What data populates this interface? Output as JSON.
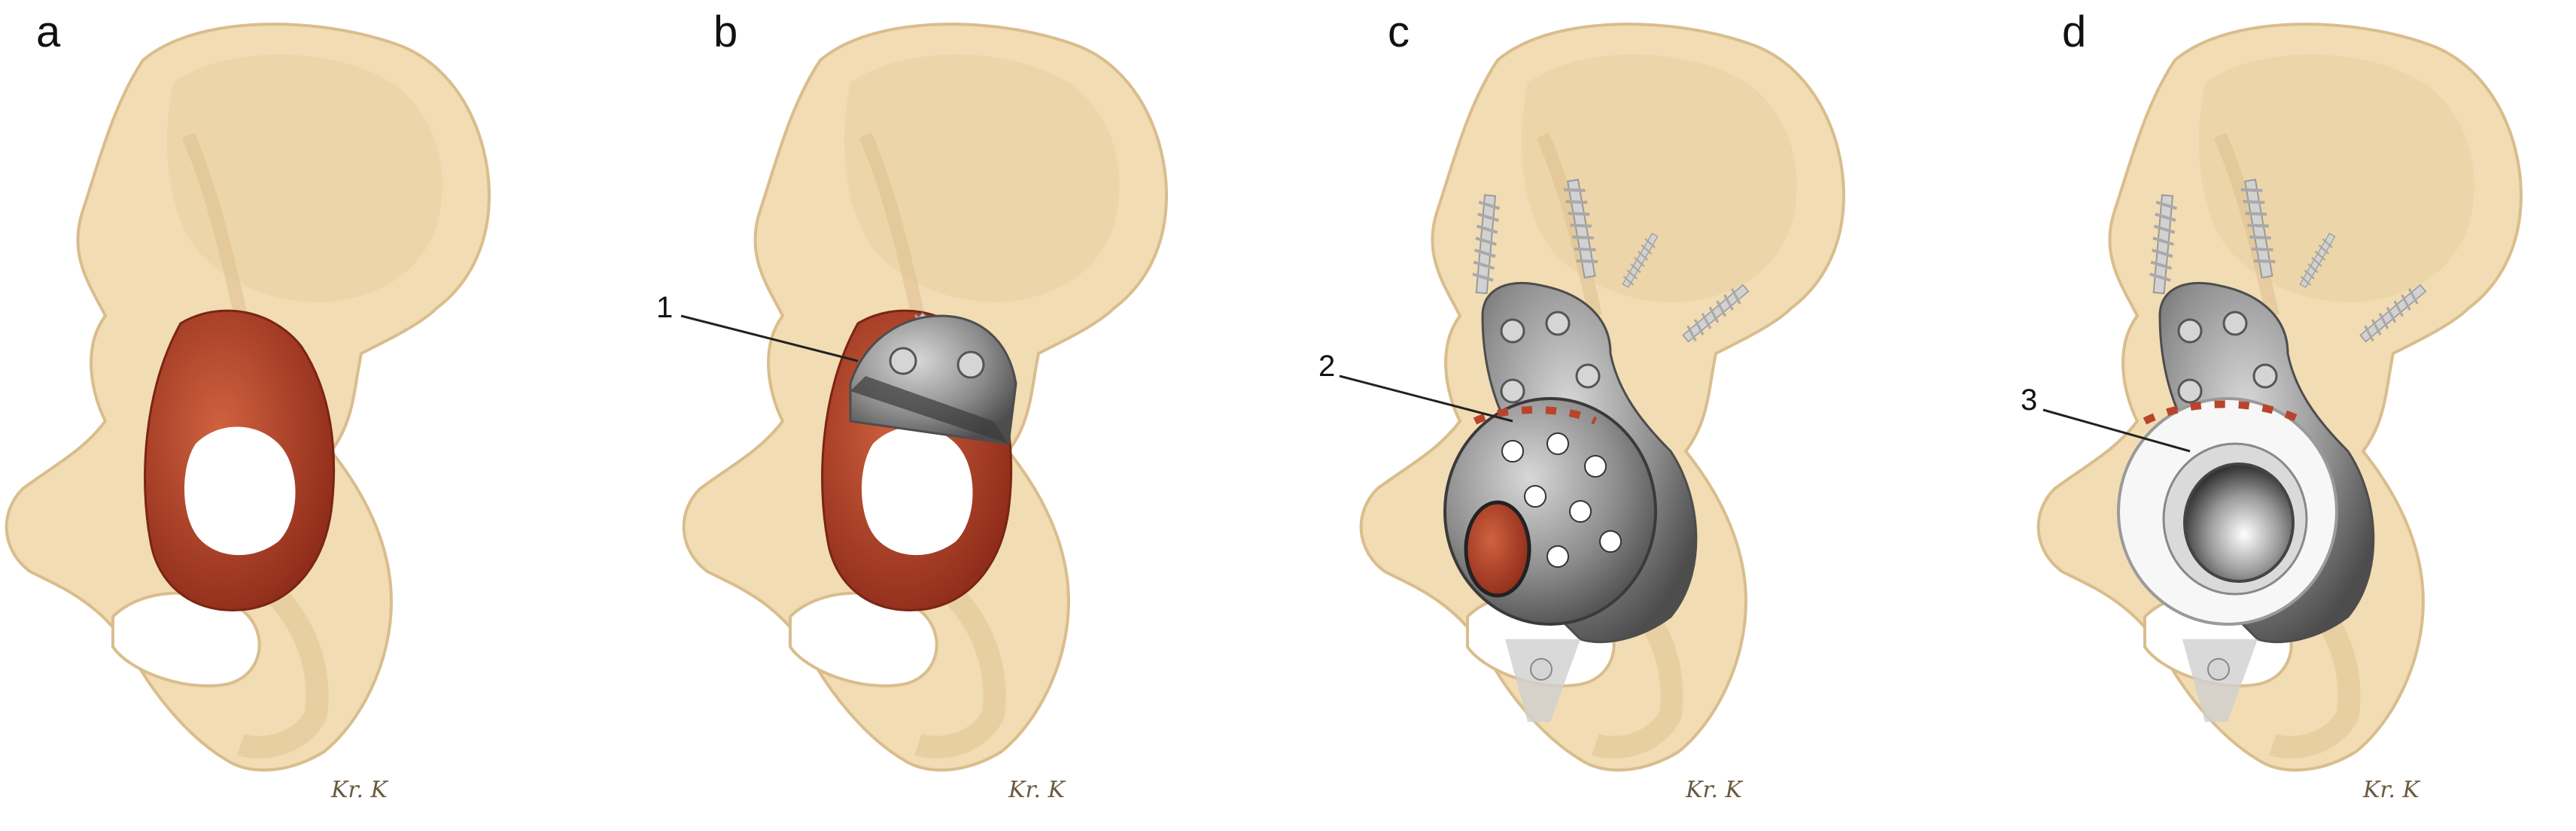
{
  "figure": {
    "panels": [
      {
        "label": "a",
        "callout": ""
      },
      {
        "label": "b",
        "callout": "1"
      },
      {
        "label": "c",
        "callout": "2"
      },
      {
        "label": "d",
        "callout": "3"
      }
    ],
    "signature": "Kr. K"
  },
  "colors": {
    "bone": "#f1dcb4",
    "bone_shade": "#e4c99a",
    "bone_outline": "#d9bd8c",
    "defect_red": "#b9442b",
    "defect_dark": "#8f2c1a",
    "metal": "#8d8d8d",
    "metal_dark": "#4d4d4d",
    "metal_light": "#cfcfcf",
    "liner_white": "#f7f7f7"
  }
}
